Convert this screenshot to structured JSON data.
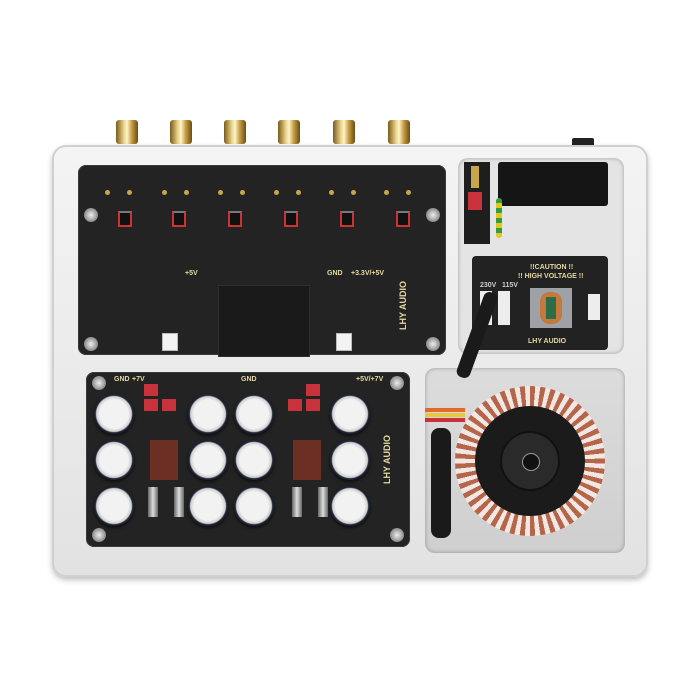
{
  "image": {
    "subject": "LHY Audio device internal top view",
    "background_color": "#ffffff"
  },
  "rca_connectors": {
    "count": 6,
    "color": "#d4b050"
  },
  "dac_board": {
    "channels": 6,
    "labels": {
      "plus5v": "+5V",
      "gnd": "GND",
      "supply": "+3.3V/+5V"
    },
    "brand": "LHY AUDIO"
  },
  "power_board": {
    "labels": {
      "gnd_left": "GND",
      "v7_left": "+7V",
      "gnd_mid": "GND",
      "supply_right": "+5V/+7V"
    },
    "brand": "LHY AUDIO",
    "capacitor_count": 12
  },
  "input_board": {
    "caution_line1": "!!CAUTION !!",
    "caution_line2": "!! HIGH VOLTAGE !!",
    "v230": "230V",
    "v115": "115V",
    "brand": "LHY AUDIO"
  },
  "transformer": {
    "type": "toroidal"
  }
}
